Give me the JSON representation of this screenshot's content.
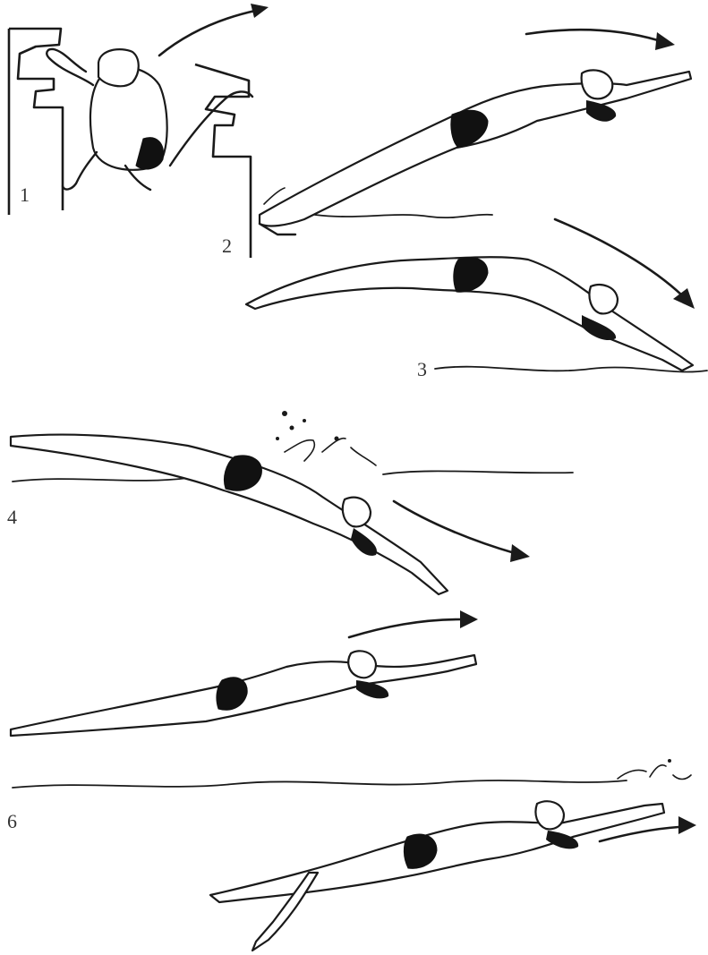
{
  "figure": {
    "steps": [
      {
        "label": "1"
      },
      {
        "label": "2"
      },
      {
        "label": "3"
      },
      {
        "label": "4"
      },
      {
        "label": ""
      },
      {
        "label": "6"
      }
    ]
  },
  "colors": {
    "ink": "#1a1a1a",
    "paper": "#ffffff"
  }
}
